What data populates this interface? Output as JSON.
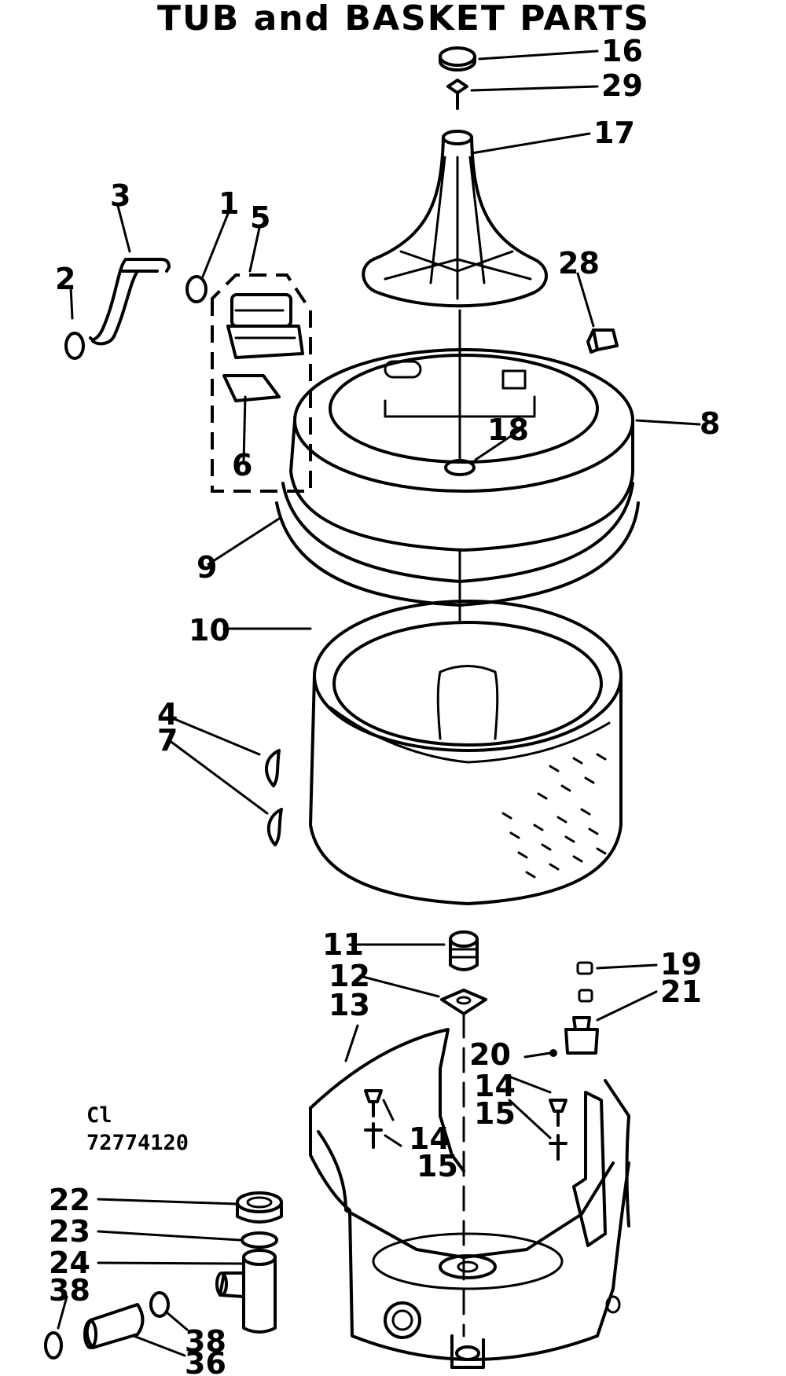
{
  "title": "TUB and BASKET PARTS",
  "catalog": {
    "line1": "Cl",
    "line2": "72774120"
  },
  "callouts": {
    "p16": "16",
    "p29": "29",
    "p17": "17",
    "p3": "3",
    "p1": "1",
    "p5": "5",
    "p2": "2",
    "p28": "28",
    "p8": "8",
    "p18": "18",
    "p6": "6",
    "p9": "9",
    "p10": "10",
    "p4": "4",
    "p7": "7",
    "p11": "11",
    "p19": "19",
    "p12": "12",
    "p21": "21",
    "p13": "13",
    "p20": "20",
    "p14a": "14",
    "p15a": "15",
    "p14b": "14",
    "p15b": "15",
    "p22": "22",
    "p23": "23",
    "p24": "24",
    "p38a": "38",
    "p38b": "38",
    "p36": "36"
  }
}
